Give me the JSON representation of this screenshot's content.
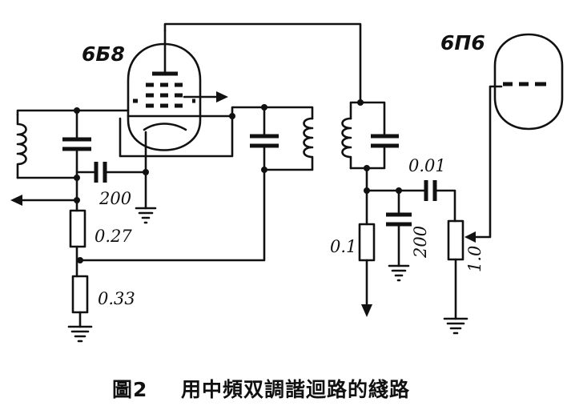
{
  "tubes": {
    "left_label": "6Б8",
    "right_label": "6П6"
  },
  "components": {
    "cap_coupling_left": "200",
    "res_upper_left": "0.27",
    "res_lower_left": "0.33",
    "cap_coupling_right": "0.01",
    "res_detector": "0.1",
    "cap_detector": "200",
    "potentiometer": "1.0"
  },
  "caption": {
    "figure": "圖2",
    "title": "用中頻双調諧迴路的綫路"
  },
  "colors": {
    "ink": "#111111",
    "paper": "#ffffff"
  }
}
